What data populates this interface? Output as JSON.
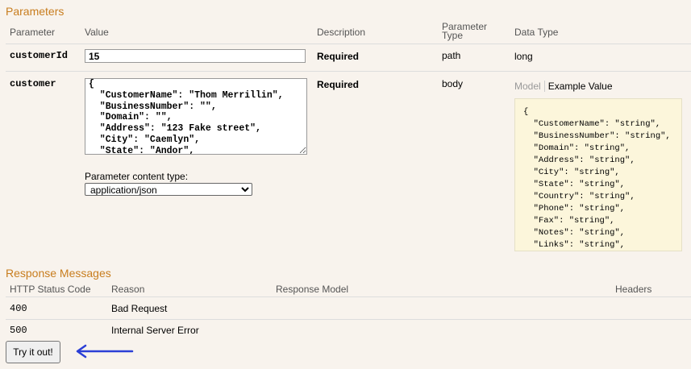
{
  "parameters": {
    "title": "Parameters",
    "headers": {
      "parameter": "Parameter",
      "value": "Value",
      "description": "Description",
      "param_type_1": "Parameter",
      "param_type_2": "Type",
      "data_type": "Data Type"
    },
    "rows": [
      {
        "name": "customerId",
        "value": "15",
        "description": "Required",
        "param_type": "path",
        "data_type": "long"
      },
      {
        "name": "customer",
        "value": "{\n  \"CustomerName\": \"Thom Merrillin\",\n  \"BusinessNumber\": \"\",\n  \"Domain\": \"\",\n  \"Address\": \"123 Fake street\",\n  \"City\": \"Caemlyn\",\n  \"State\": \"Andor\",\n  \"Country\": \"\",",
        "description": "Required",
        "param_type": "body",
        "content_type_label": "Parameter content type:",
        "content_type_selected": "application/json",
        "model_tab": "Model",
        "example_tab": "Example Value",
        "example_value": "{\n  \"CustomerName\": \"string\",\n  \"BusinessNumber\": \"string\",\n  \"Domain\": \"string\",\n  \"Address\": \"string\",\n  \"City\": \"string\",\n  \"State\": \"string\",\n  \"Country\": \"string\",\n  \"Phone\": \"string\",\n  \"Fax\": \"string\",\n  \"Notes\": \"string\",\n  \"Links\": \"string\","
      }
    ]
  },
  "responses": {
    "title": "Response Messages",
    "headers": {
      "status": "HTTP Status Code",
      "reason": "Reason",
      "model": "Response Model",
      "headers": "Headers"
    },
    "rows": [
      {
        "code": "400",
        "reason": "Bad Request"
      },
      {
        "code": "500",
        "reason": "Internal Server Error"
      }
    ]
  },
  "try_button_label": "Try it out!",
  "colors": {
    "section_title": "#c87d1e",
    "arrow": "#2b3fd6",
    "example_bg": "#fcf6db",
    "page_bg": "#f8f3ed"
  }
}
